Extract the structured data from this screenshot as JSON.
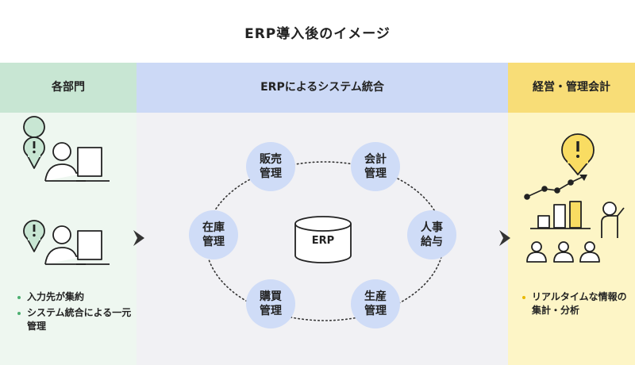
{
  "title": "ERP導入後のイメージ",
  "columns": {
    "left": "各部門",
    "middle": "ERPによるシステム統合",
    "right": "経営・管理会計"
  },
  "nodes": [
    {
      "id": "sales",
      "line1": "販売",
      "line2": "管理"
    },
    {
      "id": "accounting",
      "line1": "会計",
      "line2": "管理"
    },
    {
      "id": "hr",
      "line1": "人事",
      "line2": "給与"
    },
    {
      "id": "production",
      "line1": "生産",
      "line2": "管理"
    },
    {
      "id": "purchasing",
      "line1": "購買",
      "line2": "管理"
    },
    {
      "id": "inventory",
      "line1": "在庫",
      "line2": "管理"
    }
  ],
  "center": "ERP",
  "left_bullets": [
    "入力先が集約",
    "システム統合による一元管理"
  ],
  "right_bullets": [
    "リアルタイムな情報の集計・分析"
  ],
  "colors": {
    "green_head": "#c8e6d3",
    "green_body": "#eef7f0",
    "blue_head": "#ccd9f6",
    "node_fill": "#cfdcf7",
    "yellow_head": "#f8dd77",
    "yellow_body": "#fdf5c6",
    "alert_green": "#c8e6d3",
    "alert_yellow": "#f9dc62"
  }
}
